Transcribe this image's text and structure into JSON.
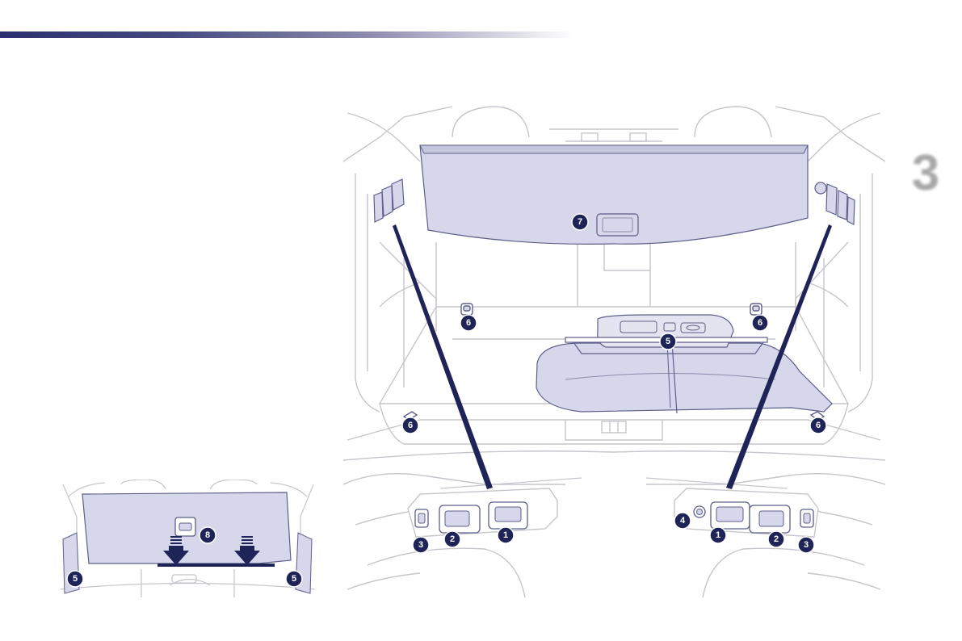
{
  "chapter": {
    "number": "3"
  },
  "callouts": {
    "c1": "1",
    "c2": "2",
    "c3": "3",
    "c4": "4",
    "c5": "5",
    "c6": "6",
    "c7": "7",
    "c8": "8"
  },
  "colors": {
    "accent": "#2c2f6e",
    "callout": "#1e2457",
    "highlight": "#d6d7ea",
    "line": "#c5c6cc"
  }
}
